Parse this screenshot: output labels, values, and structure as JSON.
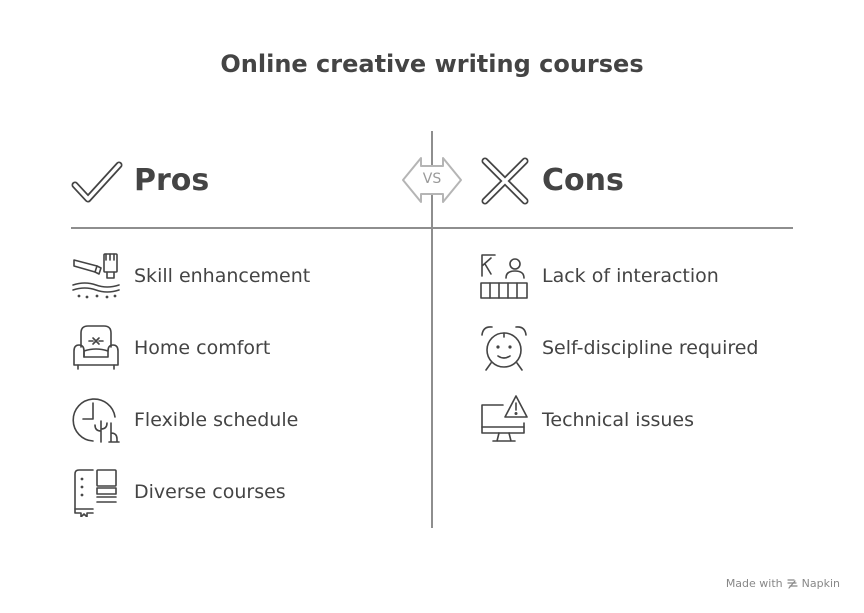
{
  "title": "Online creative writing courses",
  "vs_label": "VS",
  "pros": {
    "heading": "Pros",
    "heading_icon": "checkmark-icon",
    "items": [
      {
        "label": "Skill enhancement",
        "icon": "writing-tools-icon"
      },
      {
        "label": "Home comfort",
        "icon": "armchair-icon"
      },
      {
        "label": "Flexible schedule",
        "icon": "clock-cactus-icon"
      },
      {
        "label": "Diverse courses",
        "icon": "book-stack-icon"
      }
    ]
  },
  "cons": {
    "heading": "Cons",
    "heading_icon": "cross-icon",
    "items": [
      {
        "label": "Lack of interaction",
        "icon": "classroom-icon"
      },
      {
        "label": "Self-discipline required",
        "icon": "alarm-clock-icon"
      },
      {
        "label": "Technical issues",
        "icon": "monitor-warning-icon"
      }
    ]
  },
  "footer": {
    "made_with": "Made with",
    "brand": "Napkin",
    "brand_icon": "napkin-logo-icon"
  },
  "colors": {
    "text": "#444444",
    "lines": "#8e8e8e",
    "badge": "#b5b5b5",
    "footer": "#888888"
  }
}
